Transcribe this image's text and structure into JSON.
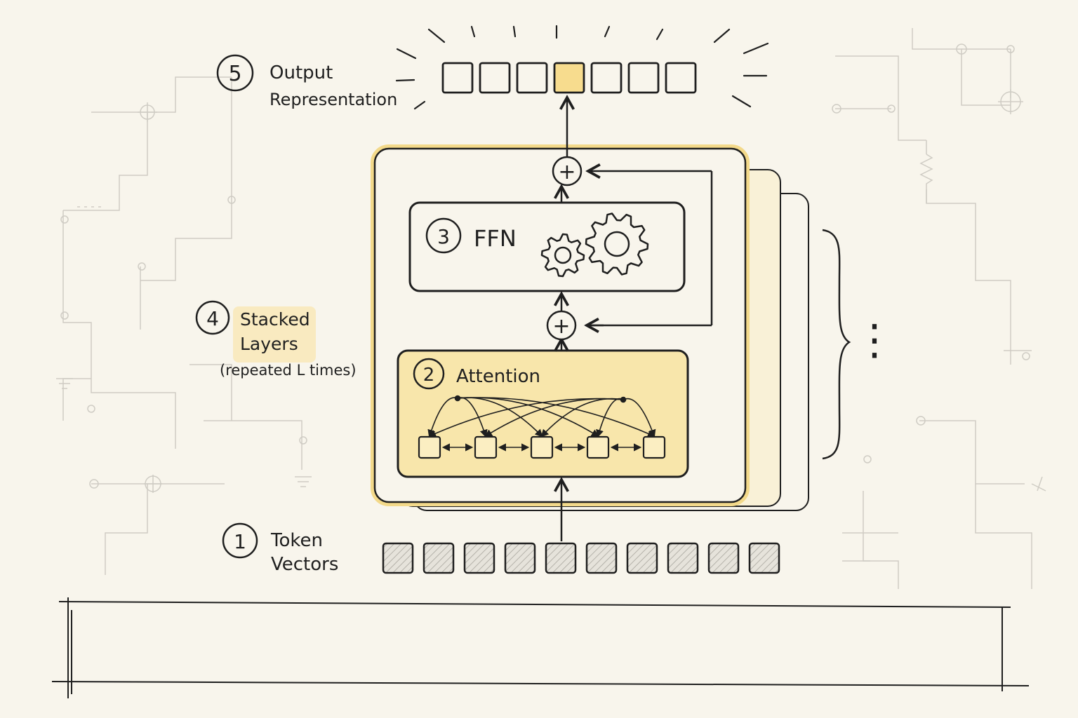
{
  "steps": {
    "one": {
      "number": "1",
      "line1": "Token",
      "line2": "Vectors"
    },
    "two": {
      "number": "2",
      "label": "Attention"
    },
    "three": {
      "number": "3",
      "label": "FFN"
    },
    "four": {
      "number": "4",
      "line1": "Stacked",
      "line2": "Layers",
      "note": "(repeated L times)"
    },
    "five": {
      "number": "5",
      "line1": "Output",
      "line2": "Representation"
    }
  },
  "residual_symbol": "+",
  "ellipsis": "⋮",
  "input_token_count": 10,
  "output_token_count": 7,
  "highlighted_output_index": 3,
  "attention_node_count": 5,
  "colors": {
    "ink": "#1f1f1f",
    "paper": "#f8f5ec",
    "highlight": "#f7dc8e",
    "highlight_soft": "#fbeec2",
    "circuit": "#cfccc4",
    "token_fill": "#e4e1d9"
  }
}
